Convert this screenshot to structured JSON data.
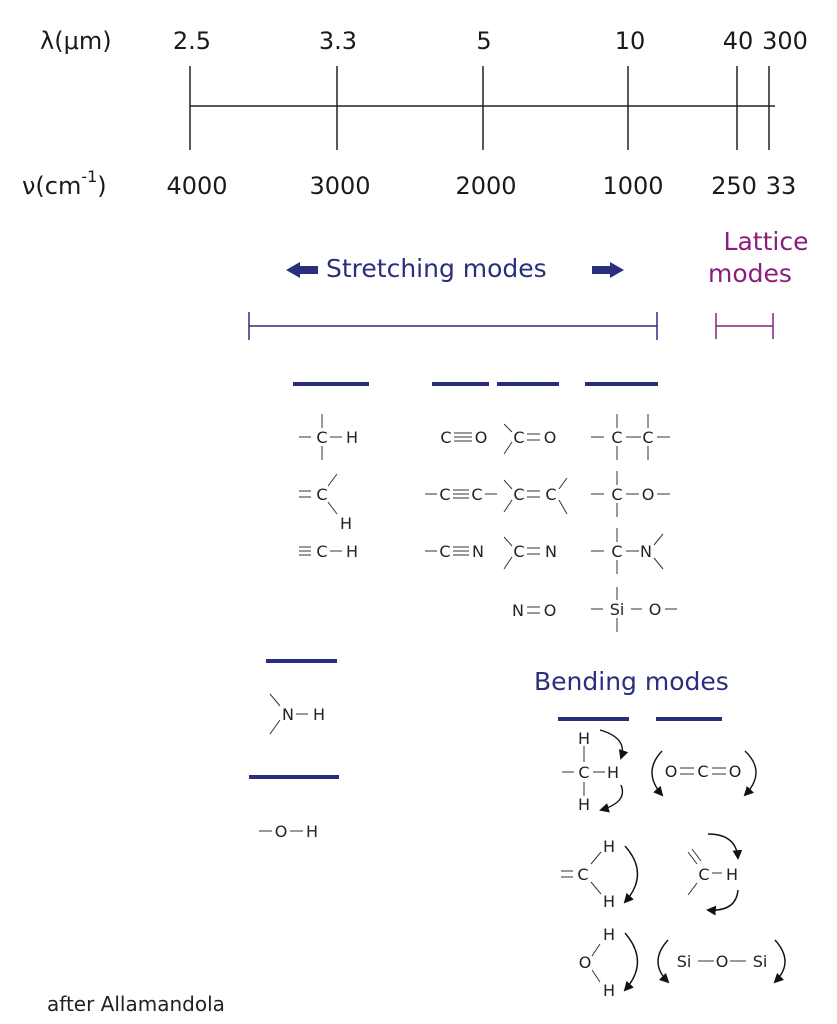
{
  "axis": {
    "lambda_label": "λ(μm)",
    "nu_label": "ν(cm",
    "nu_label_sup": "-1",
    "nu_label_close": ")",
    "lambda_ticks": [
      "2.5",
      "3.3",
      "5",
      "10",
      "40",
      "300"
    ],
    "nu_ticks": [
      "4000",
      "3000",
      "2000",
      "1000",
      "250",
      "33"
    ]
  },
  "stretching": {
    "title": "Stretching modes"
  },
  "lattice": {
    "title_line1": "Lattice",
    "title_line2": "modes"
  },
  "bending": {
    "title": "Bending modes"
  },
  "groups": {
    "ch": [
      "C",
      "H",
      "C",
      "H",
      "C",
      "H"
    ],
    "co_triple": [
      "C",
      "O",
      "C",
      "C",
      "C",
      "N"
    ],
    "co_double": [
      "C",
      "O",
      "C",
      "C",
      "C",
      "N",
      "N",
      "O"
    ],
    "single": [
      "C",
      "C",
      "C",
      "O",
      "C",
      "N",
      "Si",
      "O"
    ],
    "nh": [
      "N",
      "H"
    ],
    "oh": [
      "O",
      "H"
    ],
    "bend_ch3": [
      "H",
      "C",
      "H",
      "H"
    ],
    "bend_co2": [
      "O",
      "C",
      "O"
    ],
    "bend_ch2": [
      "C",
      "H",
      "H"
    ],
    "bend_ch2b": [
      "C",
      "H"
    ],
    "bend_h2o": [
      "H",
      "O",
      "H"
    ],
    "bend_sio": [
      "Si",
      "O",
      "Si"
    ]
  },
  "credit": "after Allamandola",
  "colors": {
    "stretch": "#2a2e7e",
    "lattice": "#8b1d7d",
    "text": "#1a1a1a"
  }
}
